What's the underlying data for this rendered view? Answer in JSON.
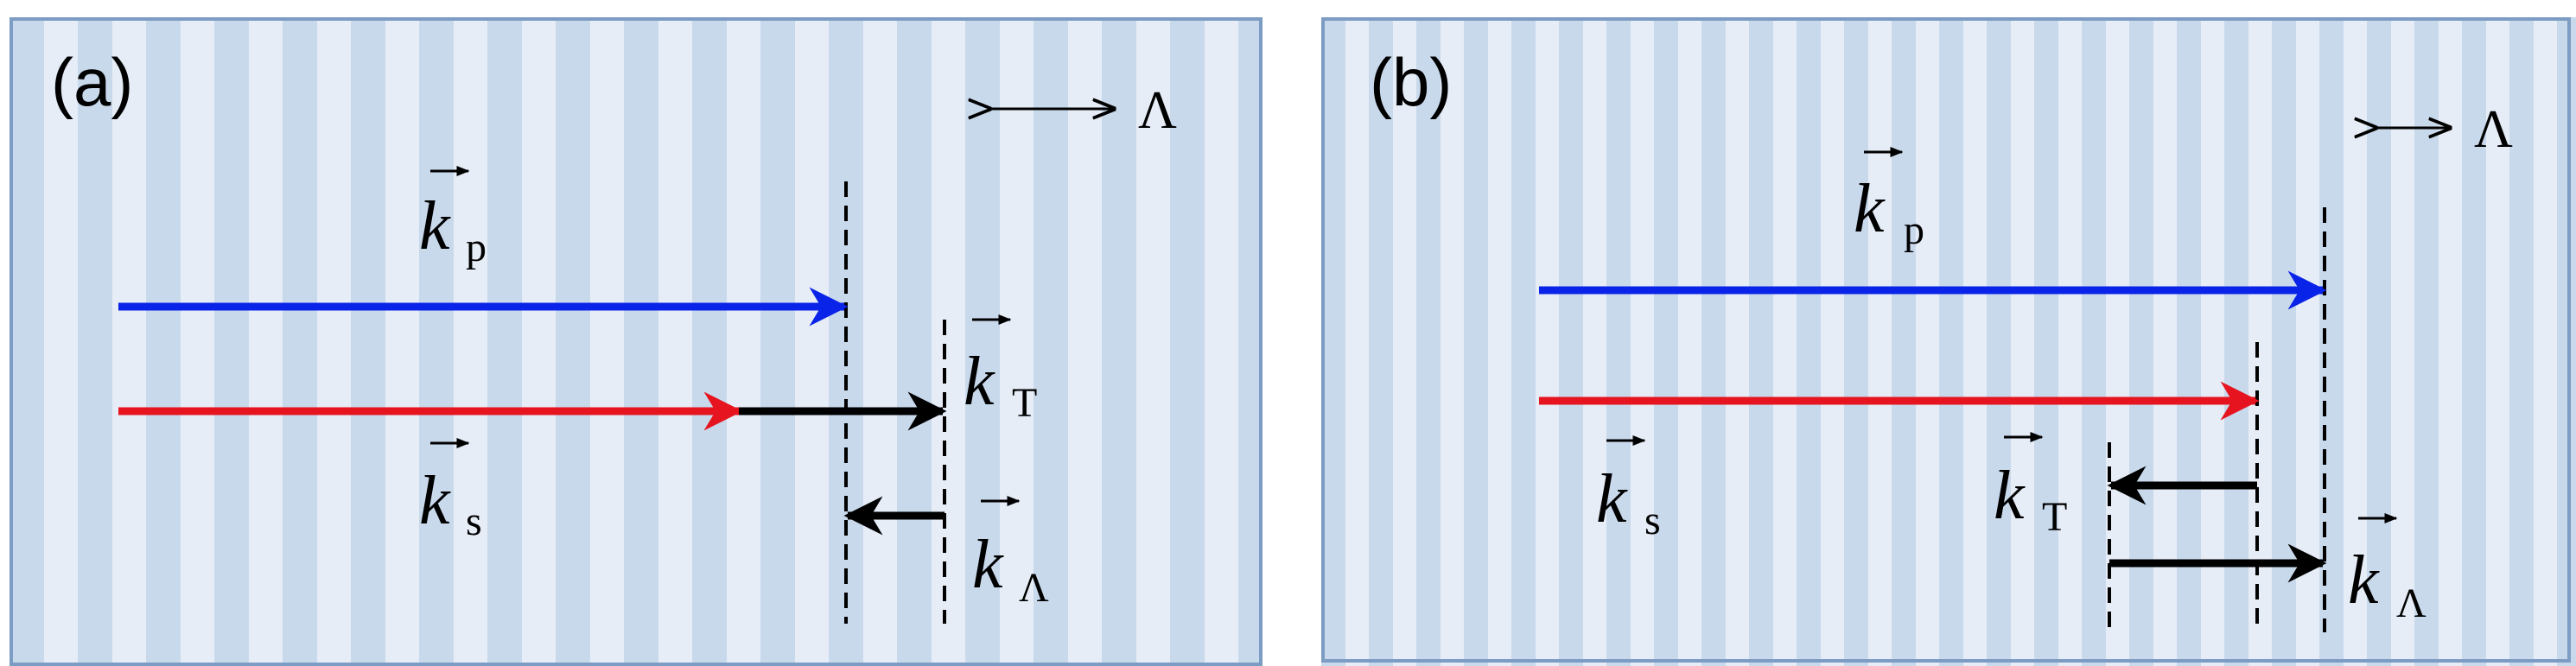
{
  "colors": {
    "stripe_dark": "#c9d9ec",
    "stripe_light": "#e6edf7",
    "border": "#7d9cc4",
    "pump": "#0a23e8",
    "signal": "#e6141e",
    "black": "#000000"
  },
  "panel_a": {
    "label": "(a)",
    "grating_period_symbol": "Λ",
    "k_letter": "k",
    "kp_sub": "p",
    "ks_sub": "s",
    "kT_sub": "T",
    "kLambda_sub": "Λ"
  },
  "panel_b": {
    "label": "(b)",
    "grating_period_symbol": "Λ",
    "k_letter": "k",
    "kp_sub": "p",
    "ks_sub": "s",
    "kT_sub": "T",
    "kLambda_sub": "Λ"
  }
}
